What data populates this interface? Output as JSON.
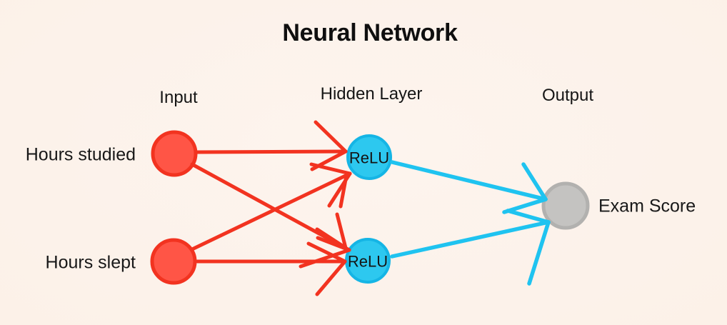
{
  "title": "Neural Network",
  "columns": {
    "input": "Input",
    "hidden": "Hidden Layer",
    "output": "Output"
  },
  "colors": {
    "background": "#fcf2ea",
    "red_fill": "#ff5546",
    "red_stroke": "#f23320",
    "cyan_fill": "#2dc8ef",
    "cyan_stroke": "#15b5e5",
    "cyan_line": "#1fc3f0",
    "gray_fill": "#c4c3c1",
    "gray_stroke": "#b2b1af",
    "text": "#141414"
  },
  "diagram": {
    "nodes": [
      {
        "id": "input-hours-studied",
        "label": "Hours studied",
        "node_text": "",
        "color": "red"
      },
      {
        "id": "input-hours-slept",
        "label": "Hours slept",
        "node_text": "",
        "color": "red"
      },
      {
        "id": "hidden-relu-1",
        "label": "",
        "node_text": "ReLU",
        "color": "cyan"
      },
      {
        "id": "hidden-relu-2",
        "label": "",
        "node_text": "ReLU",
        "color": "cyan"
      },
      {
        "id": "output-exam-score",
        "label": "Exam Score",
        "node_text": "",
        "color": "gray"
      }
    ],
    "edges": [
      {
        "id": "e1",
        "from": "input-hours-studied",
        "to": "hidden-relu-1",
        "color": "red",
        "style": "solid"
      },
      {
        "id": "e2",
        "from": "input-hours-studied",
        "to": "hidden-relu-2",
        "color": "red",
        "style": "solid"
      },
      {
        "id": "e3",
        "from": "input-hours-slept",
        "to": "hidden-relu-1",
        "color": "red",
        "style": "solid"
      },
      {
        "id": "e4",
        "from": "input-hours-slept",
        "to": "hidden-relu-2",
        "color": "red",
        "style": "solid"
      },
      {
        "id": "e5",
        "from": "hidden-relu-1",
        "to": "hidden-relu-2",
        "color": "red",
        "style": "gapped"
      },
      {
        "id": "e6",
        "from": "hidden-relu-1",
        "to": "output-exam-score",
        "color": "cyan",
        "style": "solid"
      },
      {
        "id": "e7",
        "from": "hidden-relu-2",
        "to": "output-exam-score",
        "color": "cyan",
        "style": "solid"
      }
    ]
  }
}
